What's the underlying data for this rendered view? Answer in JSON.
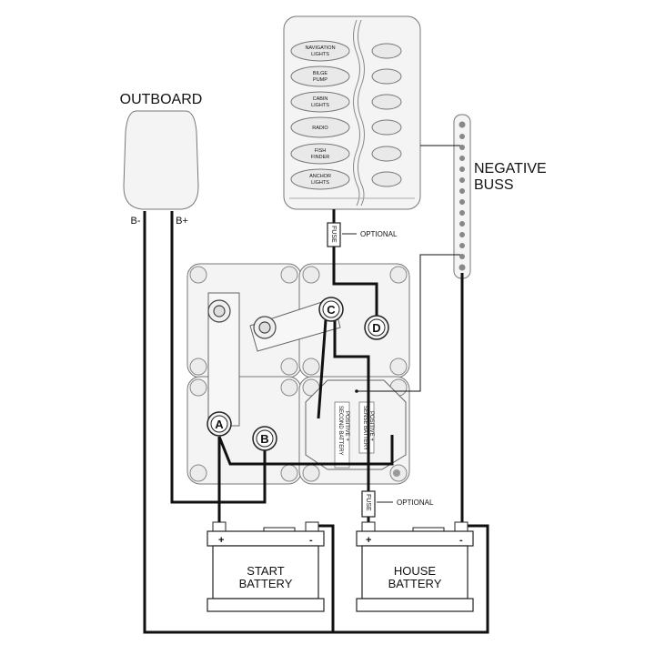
{
  "outboard": {
    "title": "OUTBOARD",
    "neg": "B-",
    "pos": "B+"
  },
  "switch_panel": {
    "switches": [
      {
        "l1": "NAVIGATION",
        "l2": "LIGHTS"
      },
      {
        "l1": "BILGE",
        "l2": "PUMP"
      },
      {
        "l1": "CABIN",
        "l2": "LIGHTS"
      },
      {
        "l1": "RADIO",
        "l2": ""
      },
      {
        "l1": "FISH",
        "l2": "FINDER"
      },
      {
        "l1": "ANCHOR",
        "l2": "LIGHTS"
      }
    ]
  },
  "negative_buss": {
    "l1": "NEGATIVE",
    "l2": "BUSS"
  },
  "fuse_top": {
    "label": "FUSE",
    "note": "OPTIONAL"
  },
  "fuse_bottom": {
    "label": "FUSE",
    "note": "OPTIONAL"
  },
  "terminals": {
    "a": "A",
    "b": "B",
    "c": "C",
    "d": "D"
  },
  "sense_labels": {
    "second_l1": "SECOND BATTERY",
    "second_l2": "POSITIVE +",
    "sense_l1": "SENSE BATTERY",
    "sense_l2": "POSITIVE +"
  },
  "start_battery": {
    "l1": "START",
    "l2": "BATTERY",
    "plus": "+",
    "minus": "-"
  },
  "house_battery": {
    "l1": "HOUSE",
    "l2": "BATTERY",
    "plus": "+",
    "minus": "-"
  }
}
